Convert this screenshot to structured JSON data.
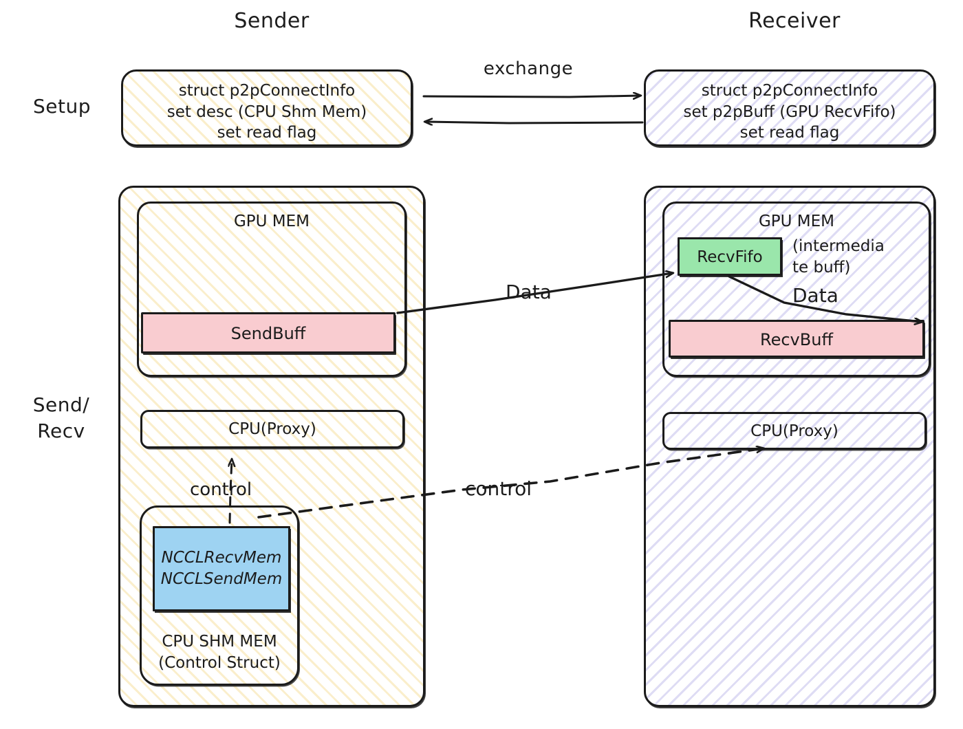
{
  "columns": {
    "sender": "Sender",
    "receiver": "Receiver"
  },
  "rows": {
    "setup": "Setup",
    "send_recv": "Send/\nRecv"
  },
  "setup": {
    "sender_box": "struct p2pConnectInfo\nset desc (CPU Shm Mem)\nset read flag",
    "receiver_box": "struct p2pConnectInfo\nset p2pBuff (GPU RecvFifo)\nset read flag",
    "exchange_label": "exchange"
  },
  "sender": {
    "gpu_mem_title": "GPU MEM",
    "send_buff": "SendBuff",
    "cpu_proxy": "CPU(Proxy)",
    "control_label": "control",
    "shm_block": "NCCLRecvMem\nNCCLSendMem",
    "shm_caption": "CPU SHM MEM\n(Control Struct)"
  },
  "receiver": {
    "gpu_mem_title": "GPU MEM",
    "recv_fifo": "RecvFifo",
    "recv_fifo_note": "(intermedia\nte buff)",
    "recv_buff": "RecvBuff",
    "cpu_proxy": "CPU(Proxy)"
  },
  "arrows": {
    "data_sender_to_fifo": "Data",
    "data_fifo_to_recvbuff": "Data",
    "control_cross": "control"
  },
  "colors": {
    "ink": "#1b1b1b",
    "sender_hatch": "#f4d67e",
    "receiver_hatch": "#9c94de",
    "buffer_pink": "#f9ccd0",
    "fifo_green": "#9ae6ab",
    "shm_blue": "#9ed3f2",
    "paper": "#ffffff"
  }
}
